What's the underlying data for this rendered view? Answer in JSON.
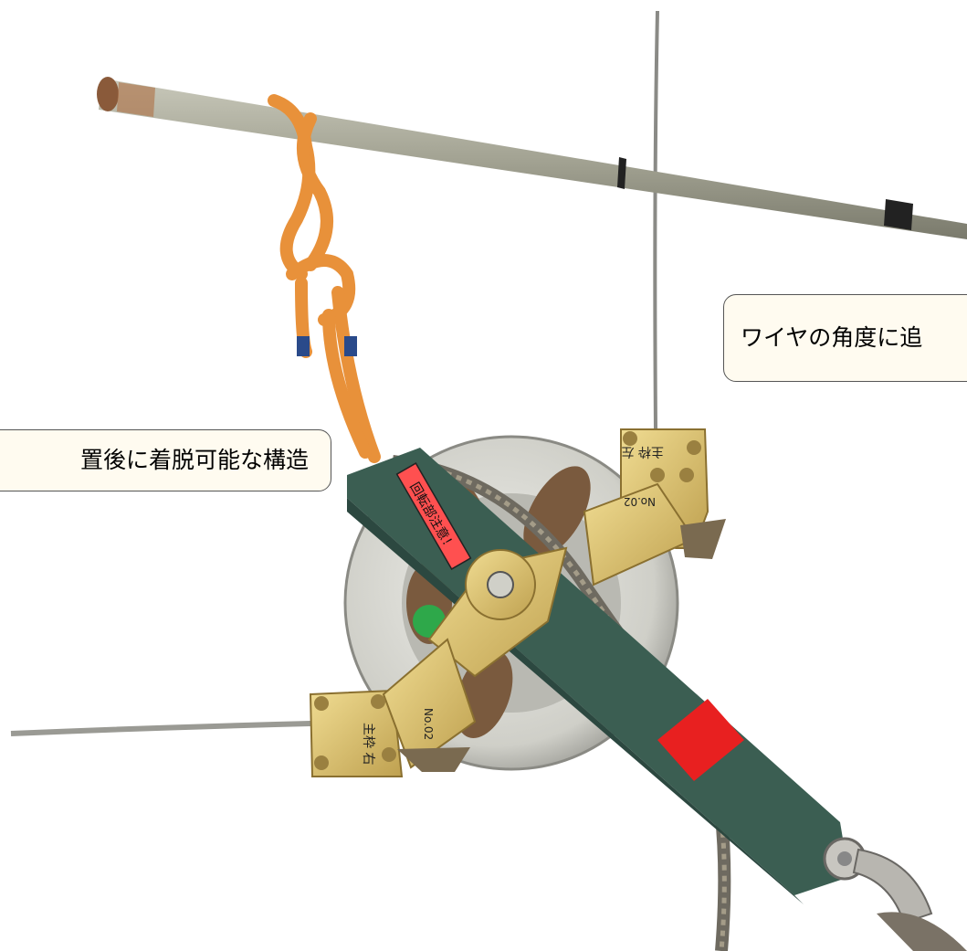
{
  "callouts": {
    "right_text": "ワイヤの角度に追",
    "left_text": "置後に着脱可能な構造"
  },
  "labels": {
    "top_plate": "主枠 左",
    "bottom_plate": "主枠 右",
    "number_top": "No.02",
    "number_bottom": "No.02",
    "arm_sticker": "回転部注意！"
  },
  "colors": {
    "arm": "#3b5e52",
    "brass": "#d9c070",
    "rope": "#e8913a",
    "pole": "#a8a89a",
    "wheel": "#d8d8d2",
    "sticker": "#ff5050",
    "tape": "#e82020"
  }
}
